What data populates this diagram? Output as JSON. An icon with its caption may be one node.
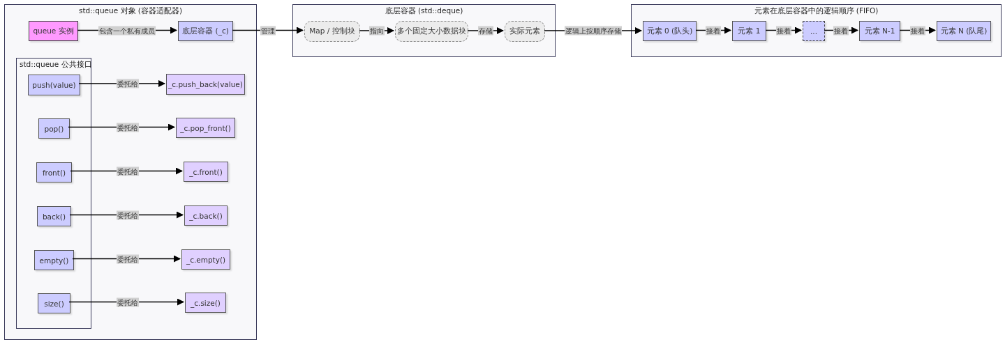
{
  "diagram": {
    "nodes": [
      {
        "text": [
          "std::queue 对象 (容器适配器)"
        ]
      },
      {
        "text": [
          "queue 实例"
        ],
        "in": 0
      },
      {
        "text": [
          "底层容器 (_c)"
        ],
        "in": 0
      },
      {
        "text": [
          "std::queue 公共接口"
        ],
        "in": 0
      },
      {
        "text": [
          "push(value)"
        ],
        "in": 3
      },
      {
        "text": [
          "pop()"
        ],
        "in": 3
      },
      {
        "text": [
          "front()"
        ],
        "in": 3
      },
      {
        "text": [
          "back()"
        ],
        "in": 3
      },
      {
        "text": [
          "empty()"
        ],
        "in": 3
      },
      {
        "text": [
          "size()"
        ],
        "in": 3
      },
      {
        "text": [
          "_c.push_back(value)"
        ],
        "in": 0
      },
      {
        "text": [
          "_c.pop_front()"
        ],
        "in": 0
      },
      {
        "text": [
          "_c.front()"
        ],
        "in": 0
      },
      {
        "text": [
          "_c.back()"
        ],
        "in": 0
      },
      {
        "text": [
          "_c.empty()"
        ],
        "in": 0
      },
      {
        "text": [
          "_c.size()"
        ],
        "in": 0
      },
      {
        "text": [
          "底层容器 (std::deque)"
        ]
      },
      {
        "text": [
          "Map / 控制块"
        ],
        "in": 16
      },
      {
        "text": [
          "多个固定大小数据块"
        ],
        "in": 16
      },
      {
        "text": [
          "实际元素"
        ],
        "in": 16
      },
      {
        "text": [
          "元素在底层容器中的逻辑顺序 (FIFO)"
        ]
      },
      {
        "text": [
          "元素 0 (队头)"
        ],
        "in": 20
      },
      {
        "text": [
          "元素 1"
        ],
        "in": 20
      },
      {
        "text": [
          "..."
        ],
        "in": 20
      },
      {
        "text": [
          "元素 N-1"
        ],
        "in": 20
      },
      {
        "text": [
          "元素 N (队尾)"
        ],
        "in": 20
      }
    ],
    "edges": [
      {
        "from": 1,
        "to": 2,
        "arrow": "to",
        "label": "包含一个私有成员"
      },
      {
        "from": 2,
        "to": 17,
        "arrow": "to",
        "label": "管理"
      },
      {
        "from": 4,
        "to": 10,
        "arrow": "to",
        "label": "委托给"
      },
      {
        "from": 5,
        "to": 11,
        "arrow": "to",
        "label": "委托给"
      },
      {
        "from": 6,
        "to": 12,
        "arrow": "to",
        "label": "委托给"
      },
      {
        "from": 7,
        "to": 13,
        "arrow": "to",
        "label": "委托给"
      },
      {
        "from": 8,
        "to": 14,
        "arrow": "to",
        "label": "委托给"
      },
      {
        "from": 9,
        "to": 15,
        "arrow": "to",
        "label": "委托给"
      },
      {
        "from": 17,
        "to": 18,
        "arrow": "to",
        "label": "指向"
      },
      {
        "from": 18,
        "to": 19,
        "arrow": "to",
        "label": "存储"
      },
      {
        "from": 19,
        "to": 21,
        "arrow": "to",
        "label": "逻辑上按顺序存储"
      },
      {
        "from": 21,
        "to": 22,
        "arrow": "to",
        "label": "接着"
      },
      {
        "from": 22,
        "to": 23,
        "arrow": "to",
        "label": "接着"
      },
      {
        "from": 23,
        "to": 24,
        "arrow": "to",
        "label": "接着"
      },
      {
        "from": 24,
        "to": 25,
        "arrow": "to",
        "label": "接着"
      }
    ]
  }
}
